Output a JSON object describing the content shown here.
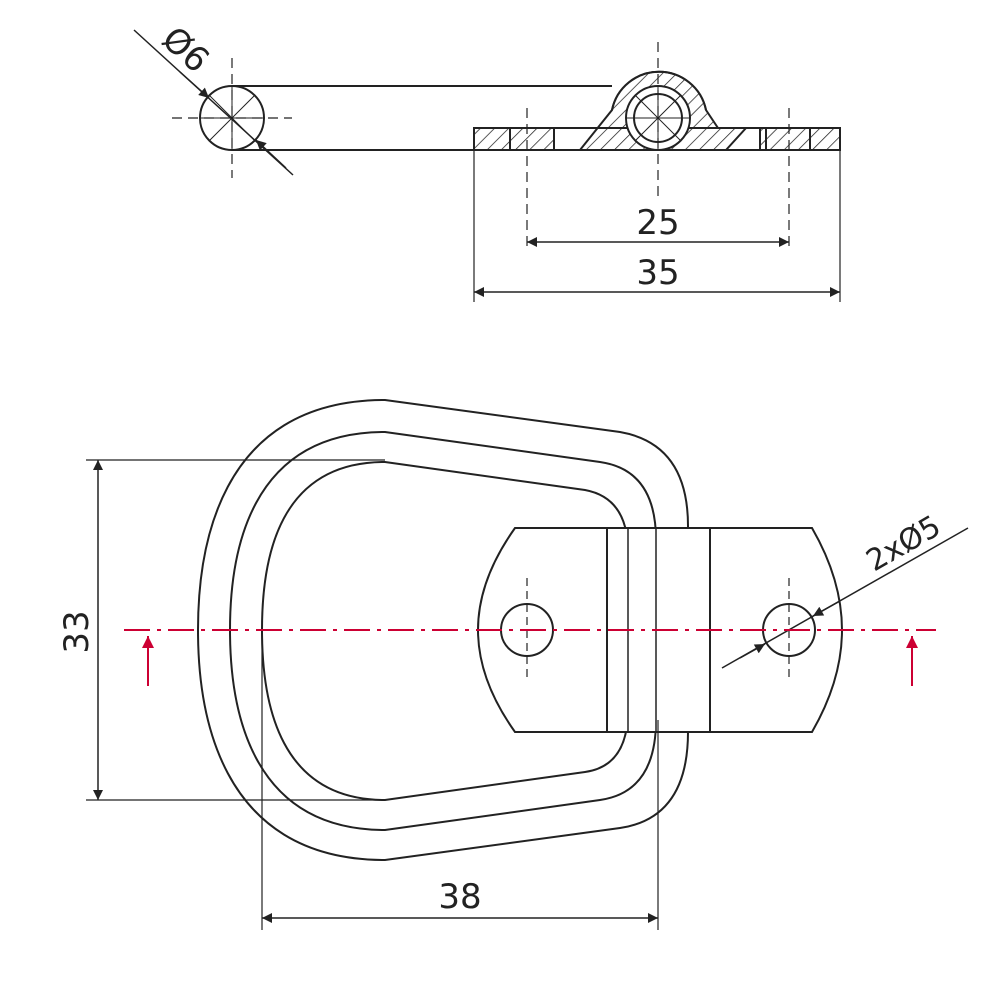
{
  "dimensions": {
    "rod_diameter": "Ø6",
    "hole_spacing": "25",
    "plate_length": "35",
    "height": "33",
    "width": "38",
    "holes": "2xØ5"
  },
  "colors": {
    "line": "#222222",
    "centerline": "#cc0033",
    "background": "#ffffff"
  }
}
